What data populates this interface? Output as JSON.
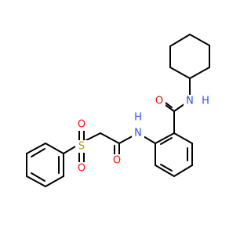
{
  "molecule": {
    "colors": {
      "bond": "#000000",
      "carbon": "#000000",
      "nitrogen": "#3050F8",
      "oxygen": "#FF0D0D",
      "sulfur": "#B8A000",
      "background": "#FFFFFF"
    },
    "atoms": {
      "N_amide_top": "N",
      "H_amide_top": "H",
      "O_amide_top": "O",
      "N_amide_mid": "N",
      "H_amide_mid": "H",
      "O_amide_mid": "O",
      "S_sulfonyl": "S",
      "O_sulfonyl_top": "O",
      "O_sulfonyl_bottom": "O"
    }
  }
}
